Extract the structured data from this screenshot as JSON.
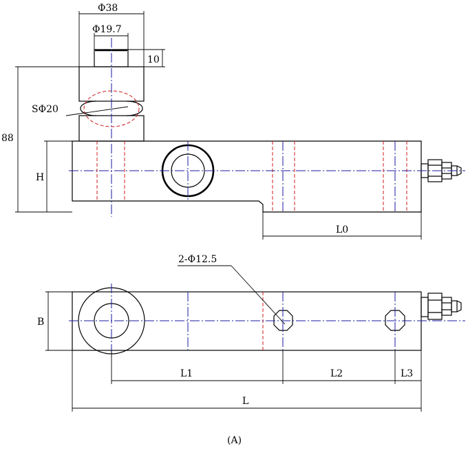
{
  "dimensions": {
    "outer_diameter": "Φ38",
    "inner_diameter": "Φ19.7",
    "pin_height": "10",
    "sphere_radius": "SΦ20",
    "total_height": "88",
    "height": "H",
    "width": "B",
    "length_l0": "L0",
    "holes": "2-Φ12.5",
    "length_l1": "L1",
    "length_l2": "L2",
    "length_l3": "L3",
    "length_total": "L"
  },
  "caption": "(A)",
  "colors": {
    "outline": "#000000",
    "center_line": "#1a1aa0",
    "hidden_line": "#d01818"
  }
}
